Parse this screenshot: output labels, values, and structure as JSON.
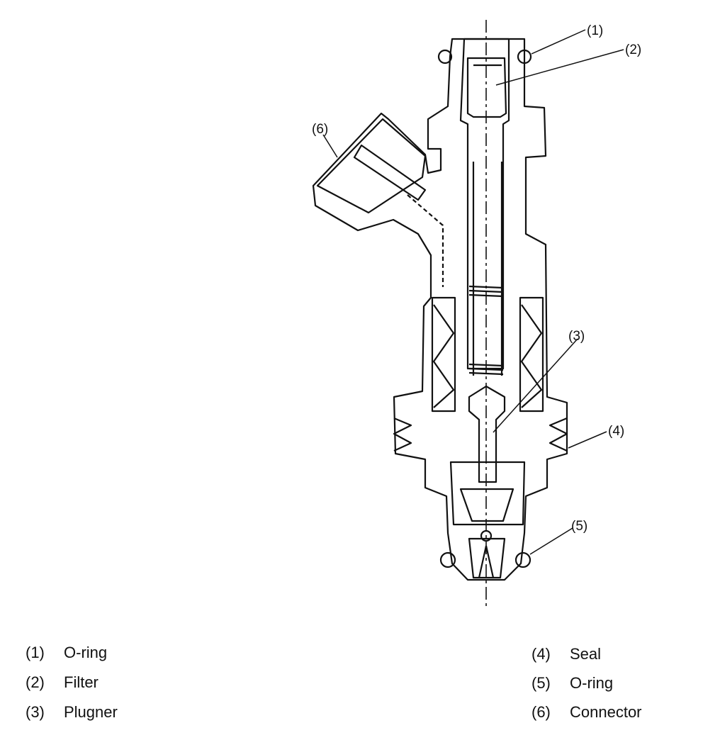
{
  "callouts": [
    "(1)",
    "(2)",
    "(3)",
    "(4)",
    "(5)",
    "(6)"
  ],
  "legend": [
    {
      "num": "(1)",
      "label": "O-ring"
    },
    {
      "num": "(2)",
      "label": "Filter"
    },
    {
      "num": "(3)",
      "label": "Plugner"
    },
    {
      "num": "(4)",
      "label": "Seal"
    },
    {
      "num": "(5)",
      "label": "O-ring"
    },
    {
      "num": "(6)",
      "label": "Connector"
    }
  ]
}
